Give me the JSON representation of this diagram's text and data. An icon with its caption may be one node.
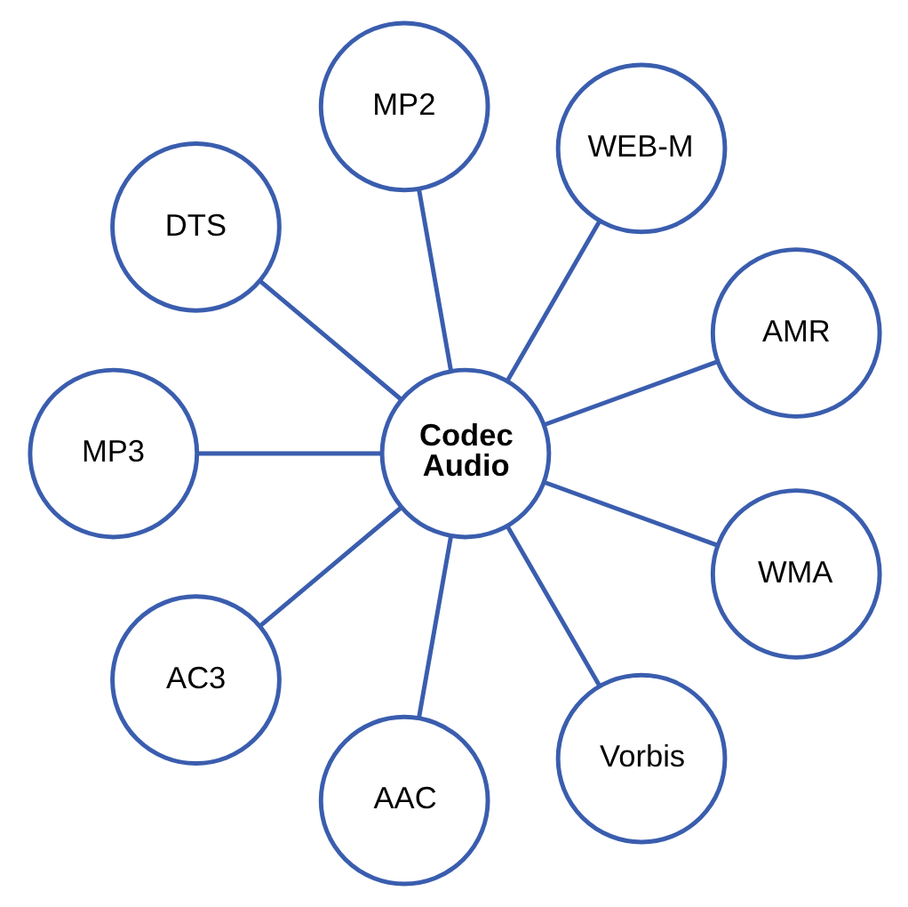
{
  "diagram": {
    "nodes": [
      {
        "text": [
          "AMR"
        ]
      },
      {
        "text": [
          "WEB-M"
        ]
      },
      {
        "text": [
          "MP2"
        ]
      },
      {
        "text": [
          "DTS"
        ]
      },
      {
        "text": [
          "Codec Audio"
        ]
      },
      {
        "text": [
          "MP3"
        ]
      },
      {
        "text": [
          "AC3"
        ]
      },
      {
        "text": [
          "AAC"
        ]
      },
      {
        "text": [
          "Vorbis"
        ]
      },
      {
        "text": [
          "WMA"
        ]
      }
    ],
    "edges": [
      {
        "from": 4,
        "to": 0,
        "arrow": "none"
      },
      {
        "from": 4,
        "to": 2,
        "arrow": "none"
      },
      {
        "from": 4,
        "to": 5,
        "arrow": "none"
      },
      {
        "from": 4,
        "to": 7,
        "arrow": "none"
      },
      {
        "from": 4,
        "to": 9,
        "arrow": "none"
      },
      {
        "from": 4,
        "to": 8,
        "arrow": "none"
      },
      {
        "from": 4,
        "to": 6,
        "arrow": "none"
      },
      {
        "from": 4,
        "to": 3,
        "arrow": "none"
      },
      {
        "from": 4,
        "to": 1,
        "arrow": "none"
      }
    ]
  }
}
